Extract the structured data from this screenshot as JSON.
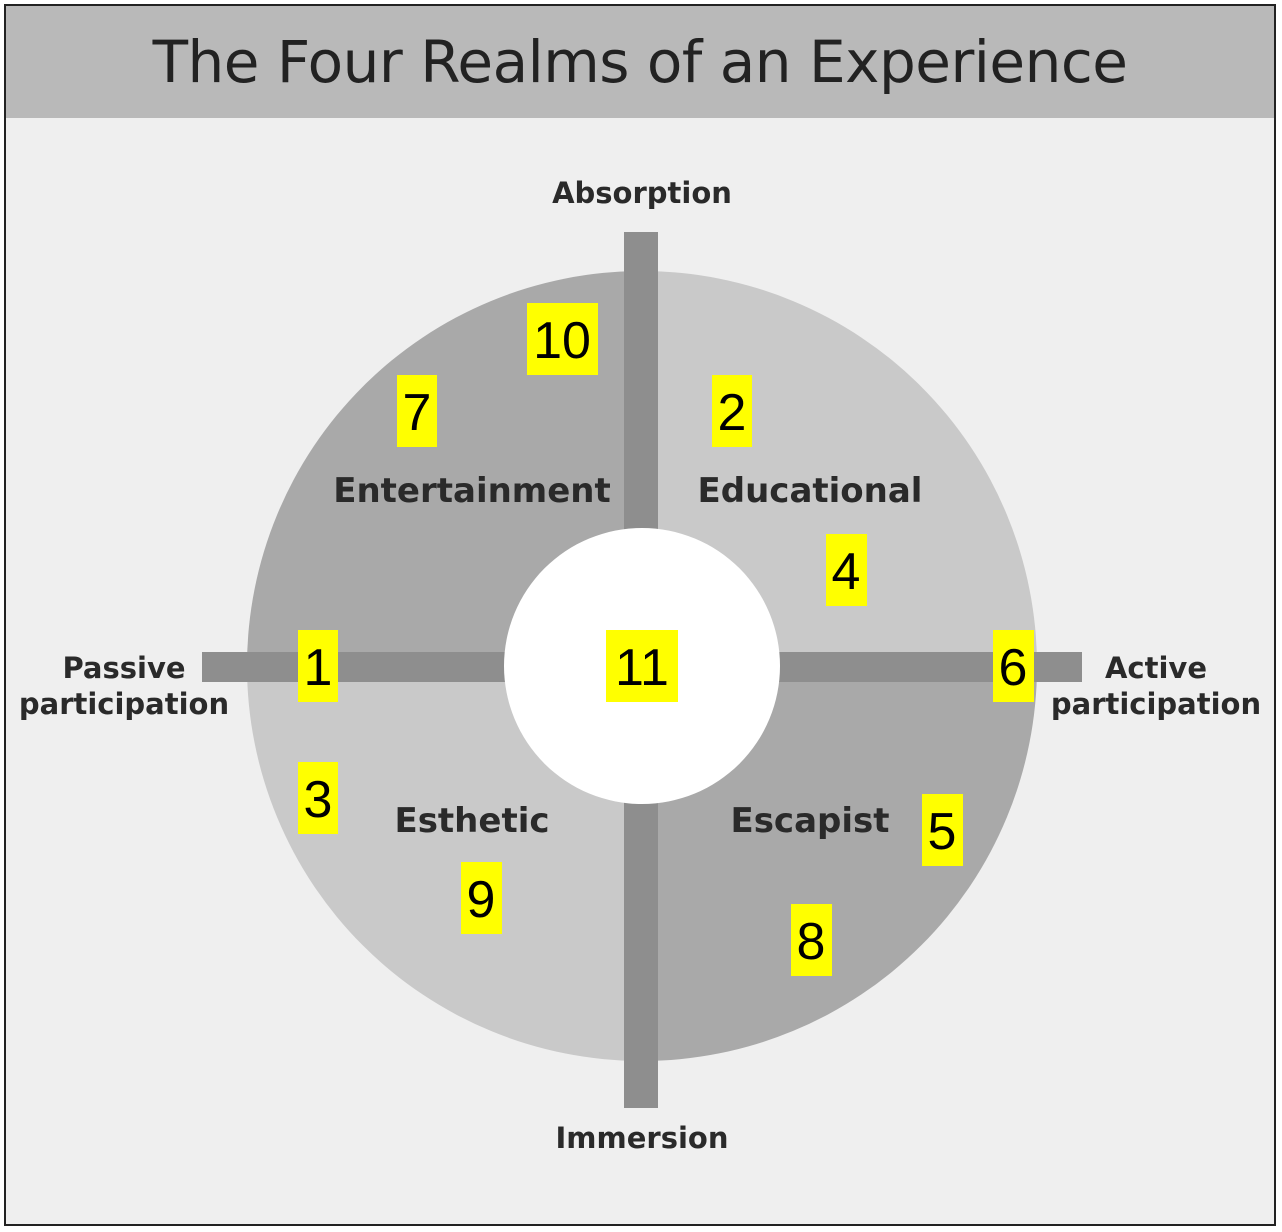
{
  "title": "The Four Realms of an Experience",
  "axes": {
    "top": "Absorption",
    "bottom": "Immersion",
    "left_line1": "Passive",
    "left_line2": "participation",
    "right_line1": "Active",
    "right_line2": "participation"
  },
  "realms": {
    "top_left": "Entertainment",
    "top_right": "Educational",
    "bottom_left": "Esthetic",
    "bottom_right": "Escapist"
  },
  "markers": {
    "m1": "1",
    "m2": "2",
    "m3": "3",
    "m4": "4",
    "m5": "5",
    "m6": "6",
    "m7": "7",
    "m8": "8",
    "m9": "9",
    "m10": "10",
    "m11": "11"
  },
  "colors": {
    "frame_bg": "#efefef",
    "title_bar": "#b9b9b9",
    "quadrant_dark": "#a9a9a9",
    "quadrant_light": "#c9c9c9",
    "axis_bar": "#8e8e8e",
    "marker": "#ffff00"
  }
}
